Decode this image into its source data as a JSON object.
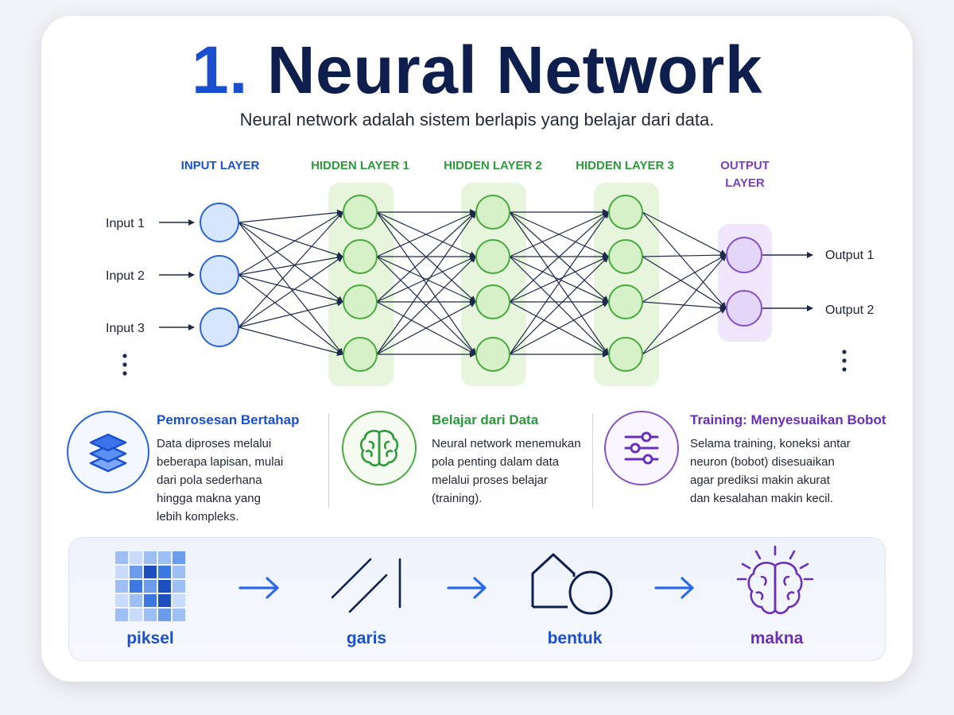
{
  "header": {
    "number": "1.",
    "title": "Neural Network",
    "subtitle": "Neural network adalah sistem berlapis yang belajar dari data."
  },
  "network": {
    "layer_labels": {
      "input": "INPUT LAYER",
      "hidden1": "HIDDEN LAYER 1",
      "hidden2": "HIDDEN LAYER 2",
      "hidden3": "HIDDEN LAYER 3",
      "output_line1": "OUTPUT",
      "output_line2": "LAYER"
    },
    "inputs": [
      "Input 1",
      "Input 2",
      "Input 3"
    ],
    "outputs": [
      "Output 1",
      "Output 2"
    ],
    "layer_sizes": [
      3,
      4,
      4,
      4,
      2
    ],
    "colors": {
      "input_fill": "#d6e6ff",
      "input_stroke": "#2a62d8",
      "hidden_fill": "#d6f0c8",
      "hidden_stroke": "#49a83e",
      "hidden_bg": "#e6f5dc",
      "output_fill": "#e4d6f8",
      "output_stroke": "#8751c8",
      "output_bg": "#efe6fb",
      "edge": "#1e2a4a"
    }
  },
  "info": [
    {
      "title": "Pemrosesan Bertahap",
      "lines": [
        "Data diproses melalui",
        "beberapa lapisan, mulai",
        "dari pola sederhana",
        "hingga makna yang",
        "lebih kompleks."
      ],
      "icon": "layers-icon",
      "color": "#1a4fd0"
    },
    {
      "title": "Belajar dari Data",
      "lines": [
        "Neural network menemukan",
        "pola penting dalam data",
        "melalui proses belajar",
        "(training)."
      ],
      "icon": "brain-icon",
      "color": "#2a9a3a"
    },
    {
      "title": "Training: Menyesuaikan Bobot",
      "lines": [
        "Selama training, koneksi antar",
        "neuron (bobot) disesuaikan",
        "agar prediksi makin akurat",
        "dan kesalahan makin kecil."
      ],
      "icon": "sliders-icon",
      "color": "#6a2fb8"
    }
  ],
  "pipeline": [
    {
      "label": "piksel",
      "icon": "pixel-grid-icon",
      "color": "#1a4fd0"
    },
    {
      "label": "garis",
      "icon": "lines-icon",
      "color": "#1a4fd0"
    },
    {
      "label": "bentuk",
      "icon": "shapes-icon",
      "color": "#1a4fd0"
    },
    {
      "label": "makna",
      "icon": "brain-idea-icon",
      "color": "#6a2fb8"
    }
  ]
}
